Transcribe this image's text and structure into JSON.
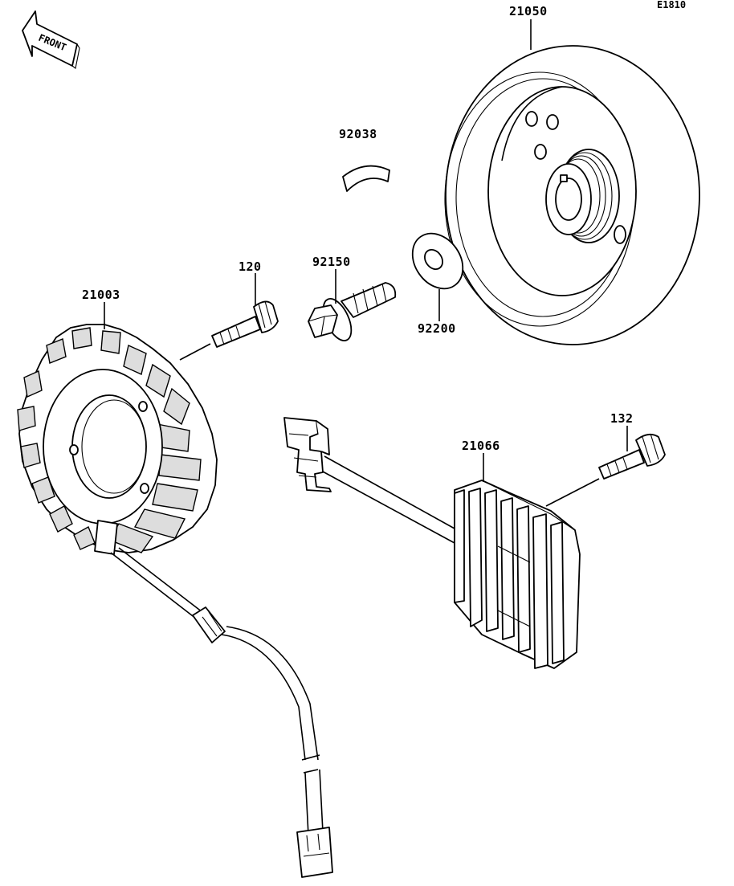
{
  "diagram_code": "E1810",
  "front_label": "FRONT",
  "parts": [
    {
      "id": "flywheel",
      "number": "21050"
    },
    {
      "id": "key",
      "number": "92038"
    },
    {
      "id": "washer",
      "number": "92200"
    },
    {
      "id": "flywheel-bolt",
      "number": "92150"
    },
    {
      "id": "stator-bolt",
      "number": "120"
    },
    {
      "id": "stator",
      "number": "21003"
    },
    {
      "id": "regulator-bolt",
      "number": "132"
    },
    {
      "id": "regulator",
      "number": "21066"
    }
  ]
}
